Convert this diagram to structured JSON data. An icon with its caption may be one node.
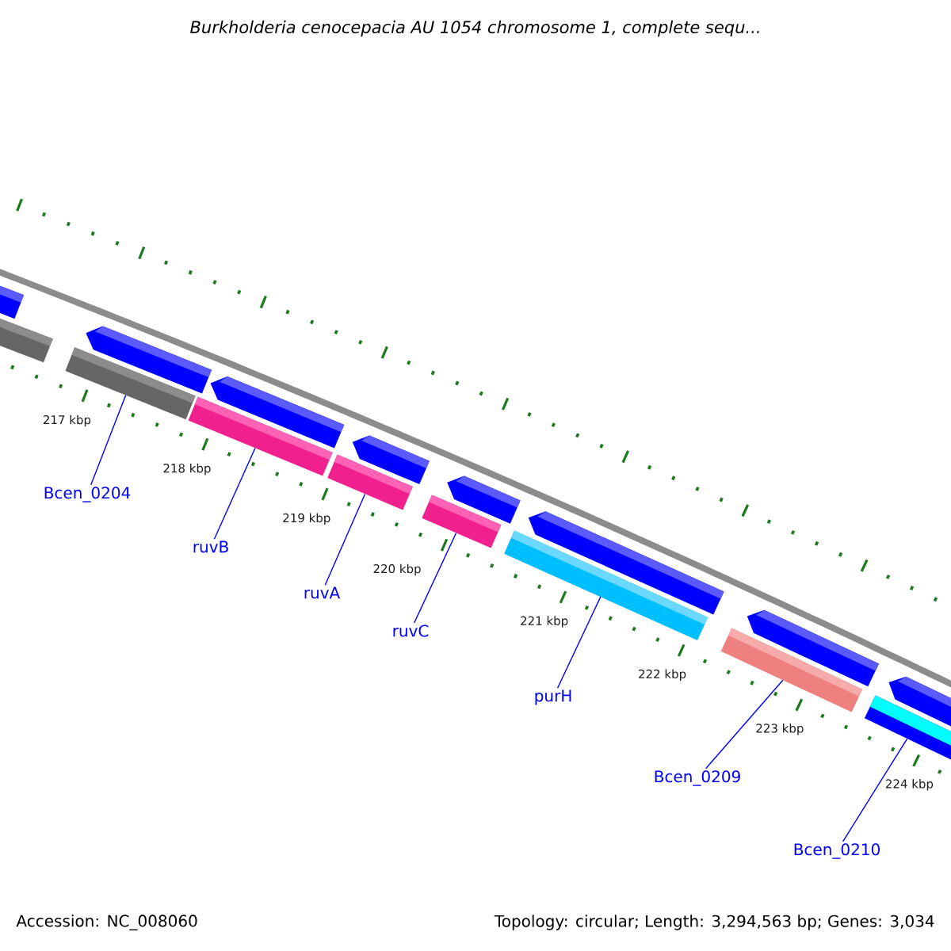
{
  "diagram": {
    "title": "*Burkholderia cenocepacia* AU 1054 chromosome 1, complete sequ...",
    "nodes": [
      {
        "text": [
          "Bcen_0204"
        ]
      },
      {
        "text": [
          "ruvB"
        ]
      },
      {
        "text": [
          "ruvA"
        ]
      },
      {
        "text": [
          "ruvC"
        ]
      },
      {
        "text": [
          "purH"
        ]
      },
      {
        "text": [
          "Bcen_0209"
        ]
      },
      {
        "text": [
          "Bcen_0210"
        ]
      },
      {
        "text": [],
        "shape": "bar"
      },
      {
        "text": [],
        "shape": "bar"
      },
      {
        "text": [],
        "shape": "bar"
      },
      {
        "text": [],
        "shape": "bar"
      },
      {
        "text": [],
        "shape": "bar"
      },
      {
        "text": [],
        "shape": "bar"
      },
      {
        "text": [],
        "shape": "bar"
      },
      {
        "text": [],
        "shape": "bar"
      },
      {
        "text": [],
        "shape": "bar"
      },
      {
        "text": [],
        "shape": "bar"
      },
      {
        "text": [],
        "shape": "bar"
      },
      {
        "text": [],
        "shape": "bar"
      },
      {
        "text": [],
        "shape": "bar"
      },
      {
        "text": [],
        "shape": "bar"
      },
      {
        "text": [],
        "shape": "bar"
      },
      {
        "text": [],
        "shape": "bar"
      }
    ],
    "edges": [
      {
        "from": 0,
        "to": 9,
        "arrow": "none"
      },
      {
        "from": 1,
        "to": 11,
        "arrow": "none"
      },
      {
        "from": 2,
        "to": 13,
        "arrow": "none"
      },
      {
        "from": 3,
        "to": 15,
        "arrow": "none"
      },
      {
        "from": 4,
        "to": 17,
        "arrow": "none"
      },
      {
        "from": 5,
        "to": 19,
        "arrow": "none"
      },
      {
        "from": 6,
        "to": 21,
        "arrow": "none"
      }
    ],
    "labels": [
      "217 kbp",
      "218 kbp",
      "219 kbp",
      "220 kbp",
      "221 kbp",
      "222 kbp",
      "223 kbp",
      "224 kbp",
      "Accession: NC_008060",
      "Topology: circular; Length: 3,294,563 bp; Genes: 3,034"
    ]
  }
}
